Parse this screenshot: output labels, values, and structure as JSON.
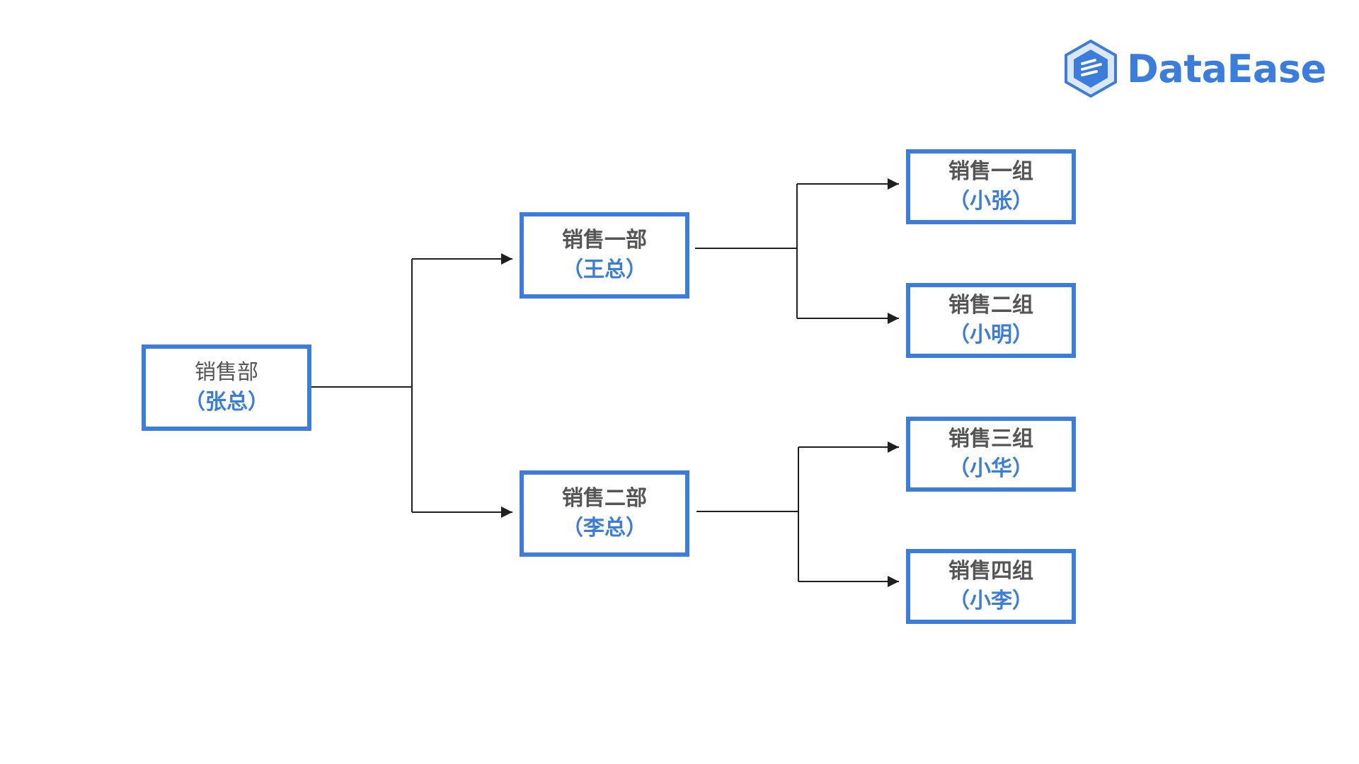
{
  "brand": {
    "name": "DataEase",
    "color": "#3b7ddd"
  },
  "colors": {
    "node_border": "#3b7ddd",
    "title_text": "#555555",
    "person_text": "#3b7ddd",
    "connector": "#1f1f1f"
  },
  "org_chart": {
    "root": {
      "title": "销售部",
      "person": "（张总）"
    },
    "departments": [
      {
        "title": "销售一部",
        "person": "（王总）",
        "groups": [
          {
            "title": "销售一组",
            "person": "（小张）"
          },
          {
            "title": "销售二组",
            "person": "（小明）"
          }
        ]
      },
      {
        "title": "销售二部",
        "person": "（李总）",
        "groups": [
          {
            "title": "销售三组",
            "person": "（小华）"
          },
          {
            "title": "销售四组",
            "person": "（小李）"
          }
        ]
      }
    ]
  }
}
